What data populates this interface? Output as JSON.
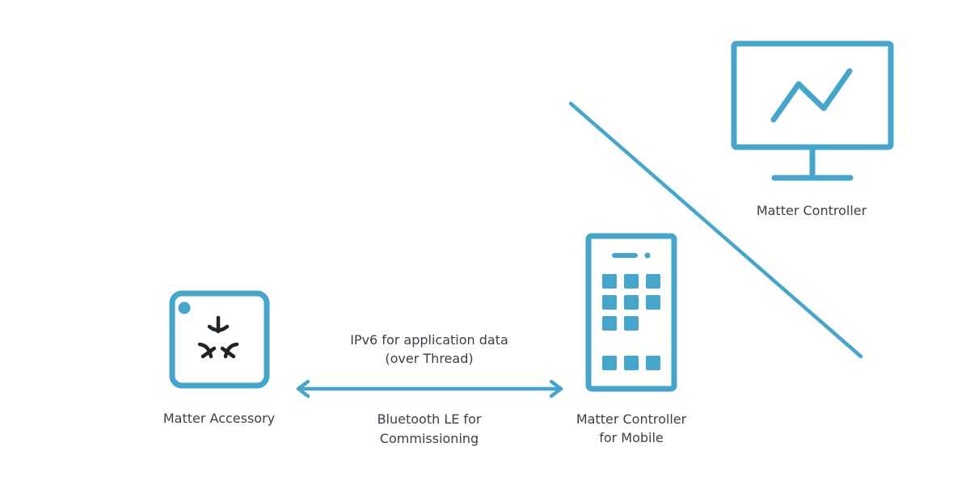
{
  "colors": {
    "accent": "#45a5cb",
    "logo": "#1f2429",
    "text": "#3a4047",
    "background": "#ffffff"
  },
  "nodes": {
    "accessory": {
      "label": "Matter Accessory",
      "icon": "matter-accessory-icon"
    },
    "mobile_controller": {
      "label_line1": "Matter Controller",
      "label_line2": "for Mobile",
      "icon": "smartphone-icon"
    },
    "desktop_controller": {
      "label": "Matter Controller",
      "icon": "monitor-chart-icon"
    }
  },
  "edges": {
    "link": {
      "label_top_line1": "IPv6 for application data",
      "label_top_line2": "(over Thread)",
      "label_bottom_line1": "Bluetooth LE for",
      "label_bottom_line2": "Commissioning",
      "direction": "bidirectional"
    }
  }
}
